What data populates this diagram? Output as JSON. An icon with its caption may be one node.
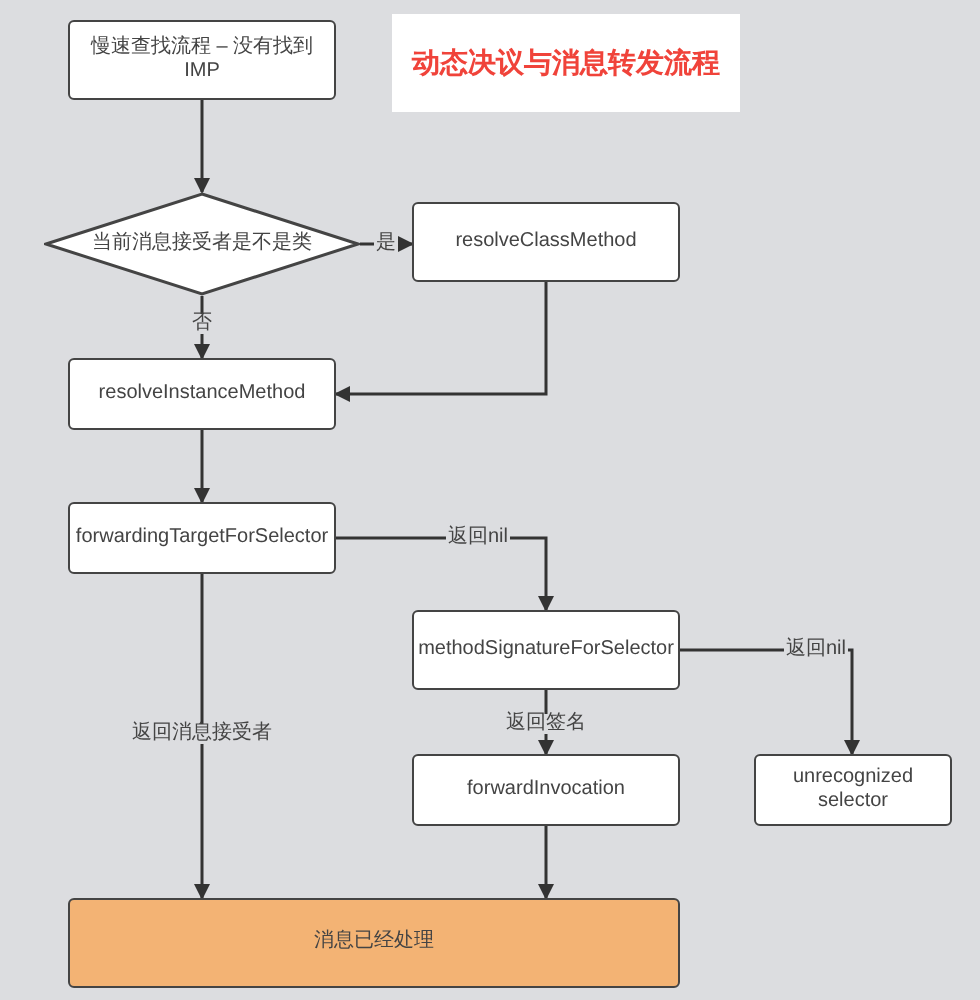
{
  "diagram": {
    "title": "动态决议与消息转发流程",
    "nodes": [
      {
        "text": [
          "慢速查找流程 – 没有找到IMP"
        ]
      },
      {
        "text": [
          "当前消息接受者是不是类"
        ]
      },
      {
        "text": [
          "resolveClassMethod"
        ]
      },
      {
        "text": [
          "resolveInstanceMethod"
        ]
      },
      {
        "text": [
          "forwardingTargetForSelector"
        ]
      },
      {
        "text": [
          "methodSignatureForSelector"
        ]
      },
      {
        "text": [
          "forwardInvocation"
        ]
      },
      {
        "text": [
          "unrecognized selector"
        ]
      },
      {
        "text": [
          "消息已经处理"
        ]
      }
    ],
    "edges": [
      {
        "from": 0,
        "to": 1,
        "arrow": "to"
      },
      {
        "from": 1,
        "to": 2,
        "arrow": "to",
        "label": "是"
      },
      {
        "from": 1,
        "to": 3,
        "arrow": "to",
        "label": "否"
      },
      {
        "from": 2,
        "to": 3,
        "arrow": "to"
      },
      {
        "from": 3,
        "to": 4,
        "arrow": "to"
      },
      {
        "from": 4,
        "to": 5,
        "arrow": "to",
        "label": "返回nil"
      },
      {
        "from": 4,
        "to": 8,
        "arrow": "to",
        "label": "返回消息接受者"
      },
      {
        "from": 5,
        "to": 6,
        "arrow": "to",
        "label": "返回签名"
      },
      {
        "from": 5,
        "to": 7,
        "arrow": "to",
        "label": "返回nil"
      },
      {
        "from": 6,
        "to": 8,
        "arrow": "to"
      }
    ]
  }
}
